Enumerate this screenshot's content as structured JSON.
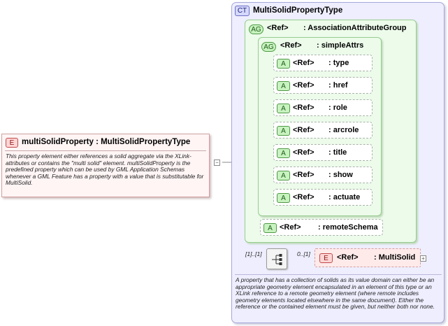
{
  "element": {
    "badge": "E",
    "name": "multiSolidProperty",
    "type": ": MultiSolidPropertyType",
    "description": "This property element either references a solid aggregate via the XLink-attributes or contains the \"multi solid\" element. multiSolidProperty is the predefined property which can be used by GML Application Schemas whenever a GML Feature has a property with a value that is substitutable for MultiSolid.",
    "expander": "−"
  },
  "complex_type": {
    "badge": "CT",
    "name": "MultiSolidPropertyType",
    "description": "A property that has a collection of solids as its value domain can either be an appropriate geometry element encapsulated in an element of this type or an XLink reference to a remote geometry element (where remote includes geometry elements located elsewhere in the same document). Either the reference or the contained element must be given, but neither both nor none."
  },
  "association_group": {
    "badge": "AG",
    "ref": "<Ref>",
    "name": ": AssociationAttributeGroup"
  },
  "simple_attrs_group": {
    "badge": "AG",
    "ref": "<Ref>",
    "name": ": simpleAttrs"
  },
  "attributes": [
    {
      "badge": "A",
      "ref": "<Ref>",
      "name": ": type"
    },
    {
      "badge": "A",
      "ref": "<Ref>",
      "name": ": href"
    },
    {
      "badge": "A",
      "ref": "<Ref>",
      "name": ": role"
    },
    {
      "badge": "A",
      "ref": "<Ref>",
      "name": ": arcrole"
    },
    {
      "badge": "A",
      "ref": "<Ref>",
      "name": ": title"
    },
    {
      "badge": "A",
      "ref": "<Ref>",
      "name": ": show"
    },
    {
      "badge": "A",
      "ref": "<Ref>",
      "name": ": actuate"
    }
  ],
  "remote_schema": {
    "badge": "A",
    "ref": "<Ref>",
    "name": ": remoteSchema"
  },
  "sequence": {
    "multiplicity": "[1]..[1]"
  },
  "multi_solid": {
    "badge": "E",
    "ref": "<Ref>",
    "name": ": MultiSolid",
    "multiplicity": "0..[1]",
    "expander": "+"
  }
}
